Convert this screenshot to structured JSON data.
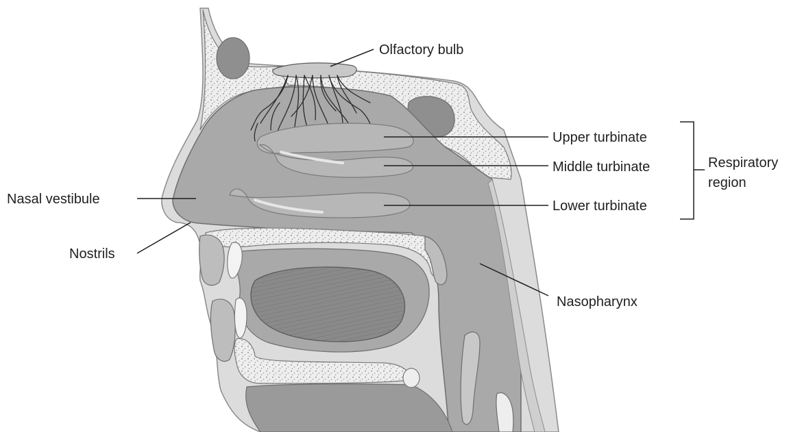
{
  "labels": {
    "olfactory_bulb": "Olfactory bulb",
    "upper_turbinate": "Upper turbinate",
    "middle_turbinate": "Middle turbinate",
    "lower_turbinate": "Lower turbinate",
    "nasal_vestibule": "Nasal vestibule",
    "nostrils": "Nostrils",
    "nasopharynx": "Nasopharynx",
    "respiratory_region_line1": "Respiratory",
    "respiratory_region_line2": "region"
  },
  "colors": {
    "skin": "#dcdcdc",
    "bone": "#eeeeee",
    "bone_speckle": "#9a9a9a",
    "cavity": "#a9a9a9",
    "turbinate": "#b7b7b7",
    "sinus": "#8f8f8f",
    "tongue": "#8a8a8a",
    "outline": "#6e6e6e",
    "nerve": "#2b2b2b"
  }
}
